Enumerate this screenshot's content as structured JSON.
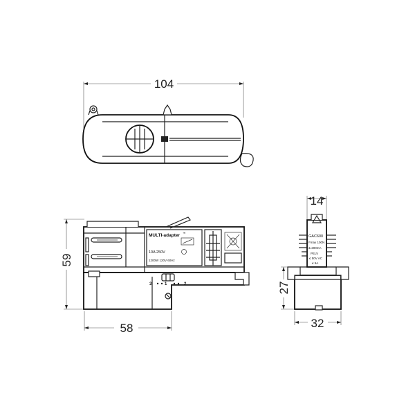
{
  "dimensions": {
    "top_width": "104",
    "side_width": "58",
    "side_height": "59",
    "end_width_top": "14",
    "end_height": "27",
    "end_width_bottom": "32"
  },
  "labels": {
    "product": "MULTI-adapter",
    "trademark": "™",
    "rating": "10A  250V",
    "power": "1200W  120V  60Hz",
    "phase_markers": [
      "3",
      "1",
      "2"
    ],
    "end_code": "GAC600",
    "end_rating": "Fmax 100N",
    "end_rating2": "& 200mA",
    "end_type": "PELV",
    "end_spec": "≤ 50V AC",
    "end_current": "≤ 5A"
  },
  "colors": {
    "line": "#222222",
    "dimension": "#555555",
    "background": "#ffffff"
  }
}
